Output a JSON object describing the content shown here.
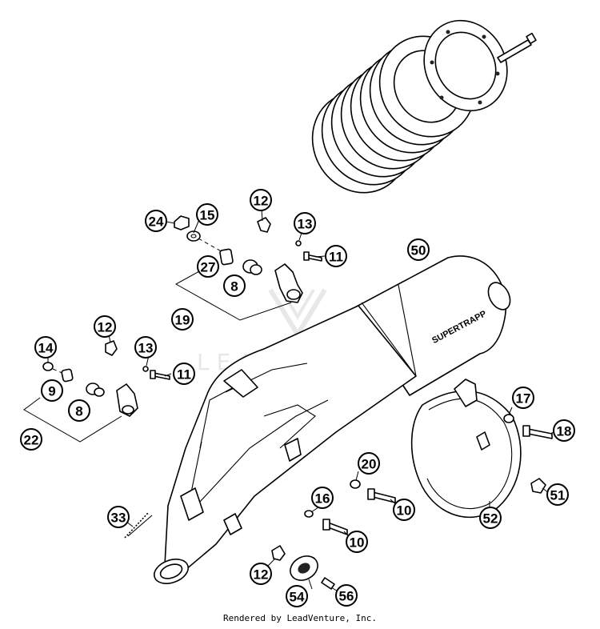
{
  "diagram": {
    "callouts": {
      "c24": "24",
      "c15": "15",
      "c12a": "12",
      "c13a": "13",
      "c11a": "11",
      "c50": "50",
      "c27": "27",
      "c8a": "8",
      "c19": "19",
      "c12b": "12",
      "c14": "14",
      "c13b": "13",
      "c11b": "11",
      "c9": "9",
      "c8b": "8",
      "c22": "22",
      "c17": "17",
      "c18": "18",
      "c20": "20",
      "c51": "51",
      "c16": "16",
      "c10a": "10",
      "c52": "52",
      "c33": "33",
      "c10b": "10",
      "c12c": "12",
      "c54": "54",
      "c56": "56"
    },
    "muffler_label": "SUPERTRAPP",
    "watermark": "LEADVENTURE"
  },
  "footer": {
    "text": "Rendered by LeadVenture, Inc."
  }
}
